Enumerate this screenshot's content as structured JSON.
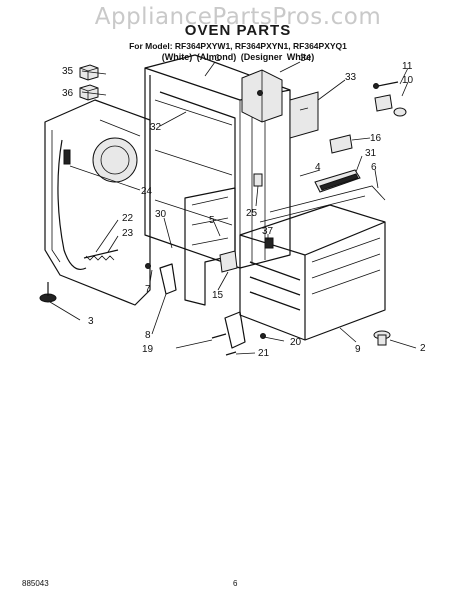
{
  "watermark": "AppliancePartsPros.com",
  "title": "OVEN PARTS",
  "models_line": "For Model: RF364PXYW1, RF364PXYN1, RF364PXYQ1",
  "colors_line": "(White)   (Almond)   (Designer White)",
  "footer": {
    "code": "885043",
    "page": "6"
  },
  "callouts": [
    {
      "id": "35",
      "label": "35"
    },
    {
      "id": "36",
      "label": "36"
    },
    {
      "id": "1",
      "label": "1"
    },
    {
      "id": "34",
      "label": "34"
    },
    {
      "id": "11",
      "label": "11"
    },
    {
      "id": "10",
      "label": "10"
    },
    {
      "id": "33",
      "label": "33"
    },
    {
      "id": "32",
      "label": "32"
    },
    {
      "id": "16",
      "label": "16"
    },
    {
      "id": "31",
      "label": "31"
    },
    {
      "id": "4",
      "label": "4"
    },
    {
      "id": "6",
      "label": "6"
    },
    {
      "id": "24",
      "label": "24"
    },
    {
      "id": "25",
      "label": "25"
    },
    {
      "id": "22",
      "label": "22"
    },
    {
      "id": "30",
      "label": "30"
    },
    {
      "id": "5",
      "label": "5"
    },
    {
      "id": "23",
      "label": "23"
    },
    {
      "id": "37",
      "label": "37"
    },
    {
      "id": "3",
      "label": "3"
    },
    {
      "id": "7",
      "label": "7"
    },
    {
      "id": "15",
      "label": "15"
    },
    {
      "id": "8",
      "label": "8"
    },
    {
      "id": "19",
      "label": "19"
    },
    {
      "id": "20",
      "label": "20"
    },
    {
      "id": "21",
      "label": "21"
    },
    {
      "id": "9",
      "label": "9"
    },
    {
      "id": "2",
      "label": "2"
    }
  ]
}
